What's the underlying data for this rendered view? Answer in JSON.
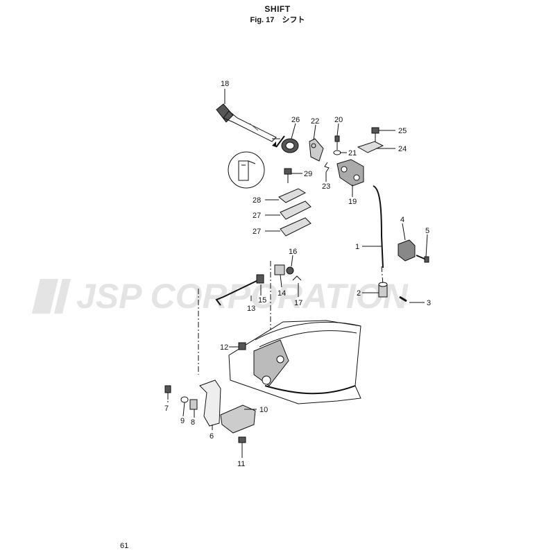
{
  "header": {
    "title": "SHIFT",
    "fig_label": "Fig. 17",
    "fig_japanese": "シフト"
  },
  "page_number": "61",
  "watermark": {
    "text": "JSP CORPORATION",
    "color": "#e4e4e4"
  },
  "callouts": {
    "p1": "1",
    "p2": "2",
    "p3": "3",
    "p4": "4",
    "p5": "5",
    "p6": "6",
    "p7": "7",
    "p8": "8",
    "p9": "9",
    "p10": "10",
    "p11": "11",
    "p12": "12",
    "p13": "13",
    "p14": "14",
    "p15": "15",
    "p16": "16",
    "p17": "17",
    "p18": "18",
    "p19": "19",
    "p20": "20",
    "p21": "21",
    "p22": "22",
    "p23": "23",
    "p24": "24",
    "p25": "25",
    "p26": "26",
    "p27a": "27",
    "p27b": "27",
    "p28": "28",
    "p29": "29"
  }
}
